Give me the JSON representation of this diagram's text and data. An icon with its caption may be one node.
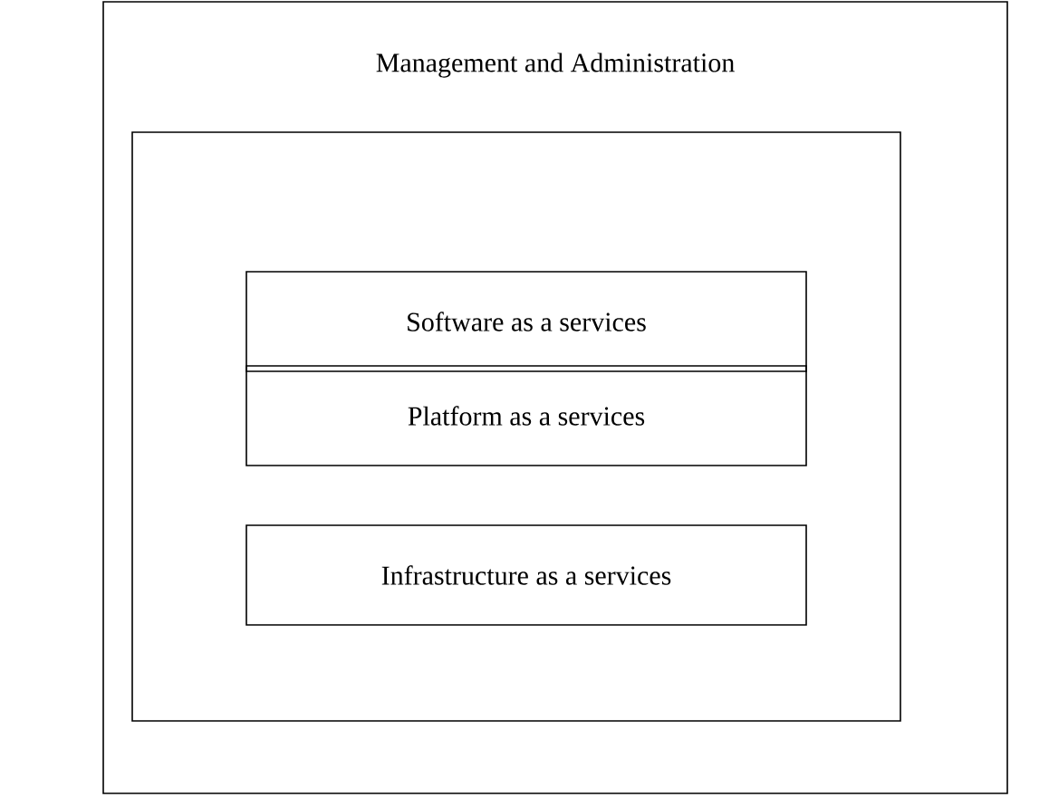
{
  "diagram": {
    "nodes": [
      {
        "text": [
          "Management and Administration"
        ]
      },
      {
        "text": [],
        "shape": "box",
        "in": 0
      },
      {
        "text": [
          "Software as a services"
        ],
        "in": 1
      },
      {
        "text": [
          "Platform as a services"
        ],
        "in": 1
      },
      {
        "text": [
          "Infrastructure as a services"
        ],
        "in": 1
      }
    ]
  }
}
